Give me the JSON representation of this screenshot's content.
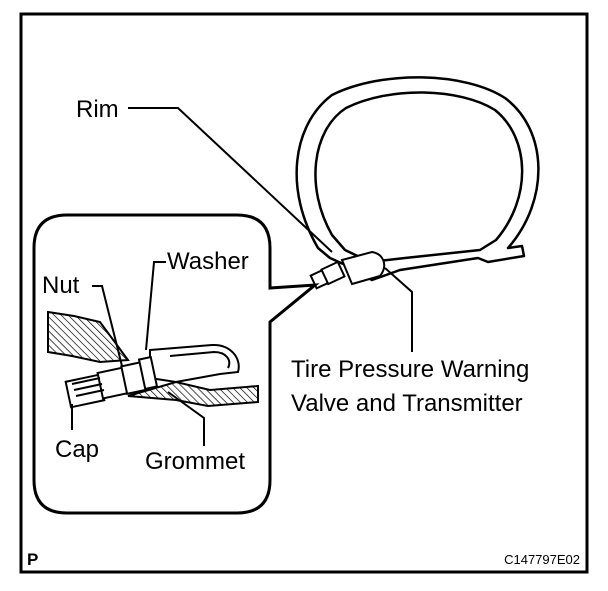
{
  "diagram": {
    "labels": {
      "rim": "Rim",
      "washer": "Washer",
      "nut": "Nut",
      "cap": "Cap",
      "grommet": "Grommet",
      "transmitter_line1": "Tire Pressure Warning",
      "transmitter_line2": "Valve and Transmitter"
    },
    "corner_mark": "P",
    "figure_code": "C147797E02"
  }
}
